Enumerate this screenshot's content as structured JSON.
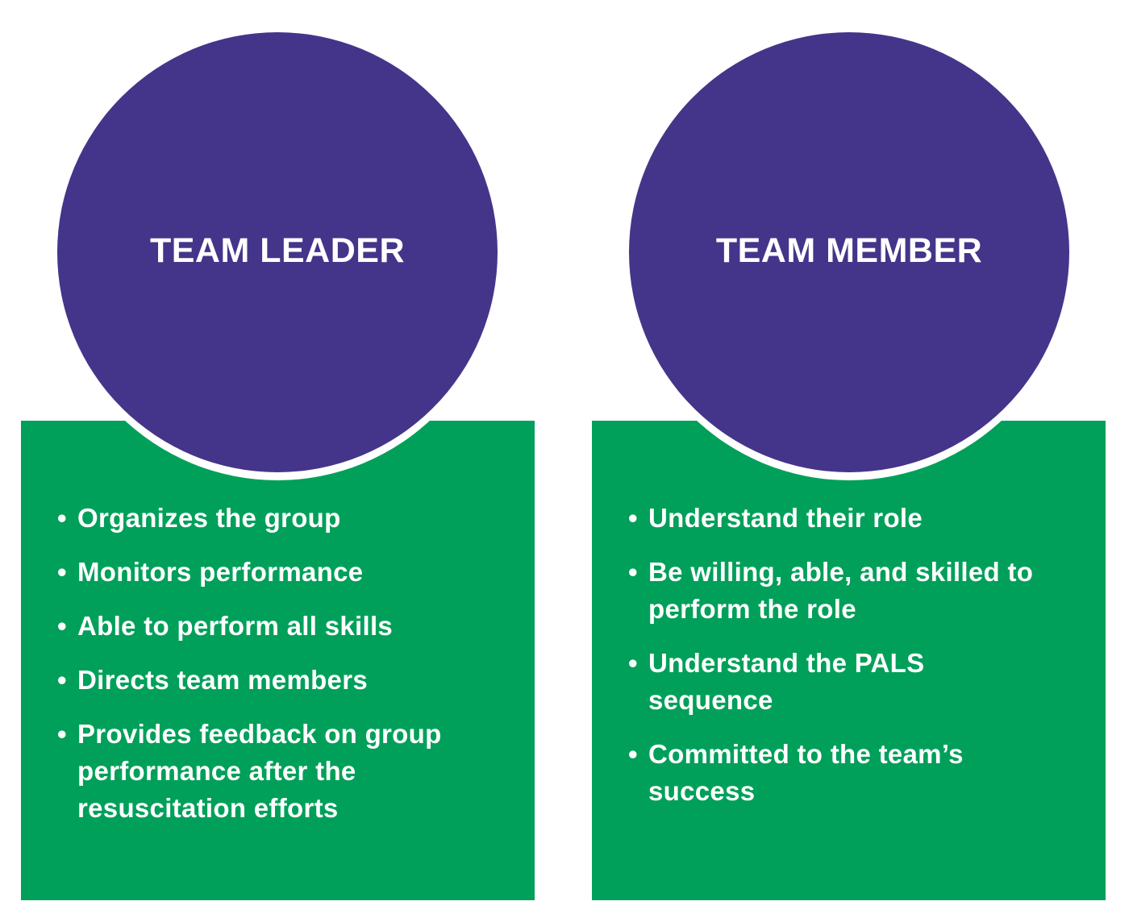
{
  "colors": {
    "circle": "#44358a",
    "panel": "#00a05a",
    "text": "#ffffff"
  },
  "leader": {
    "title": "TEAM LEADER",
    "items": [
      "Organizes the group",
      "Monitors performance",
      "Able to perform all skills",
      "Directs team members",
      "Provides feedback on group performance after the resuscitation efforts"
    ]
  },
  "member": {
    "title": "TEAM MEMBER",
    "items": [
      "Understand their role",
      "Be willing, able, and skilled to perform the role",
      "Understand the PALS sequence",
      "Committed to the team’s success"
    ]
  },
  "bullet_glyph": "•"
}
